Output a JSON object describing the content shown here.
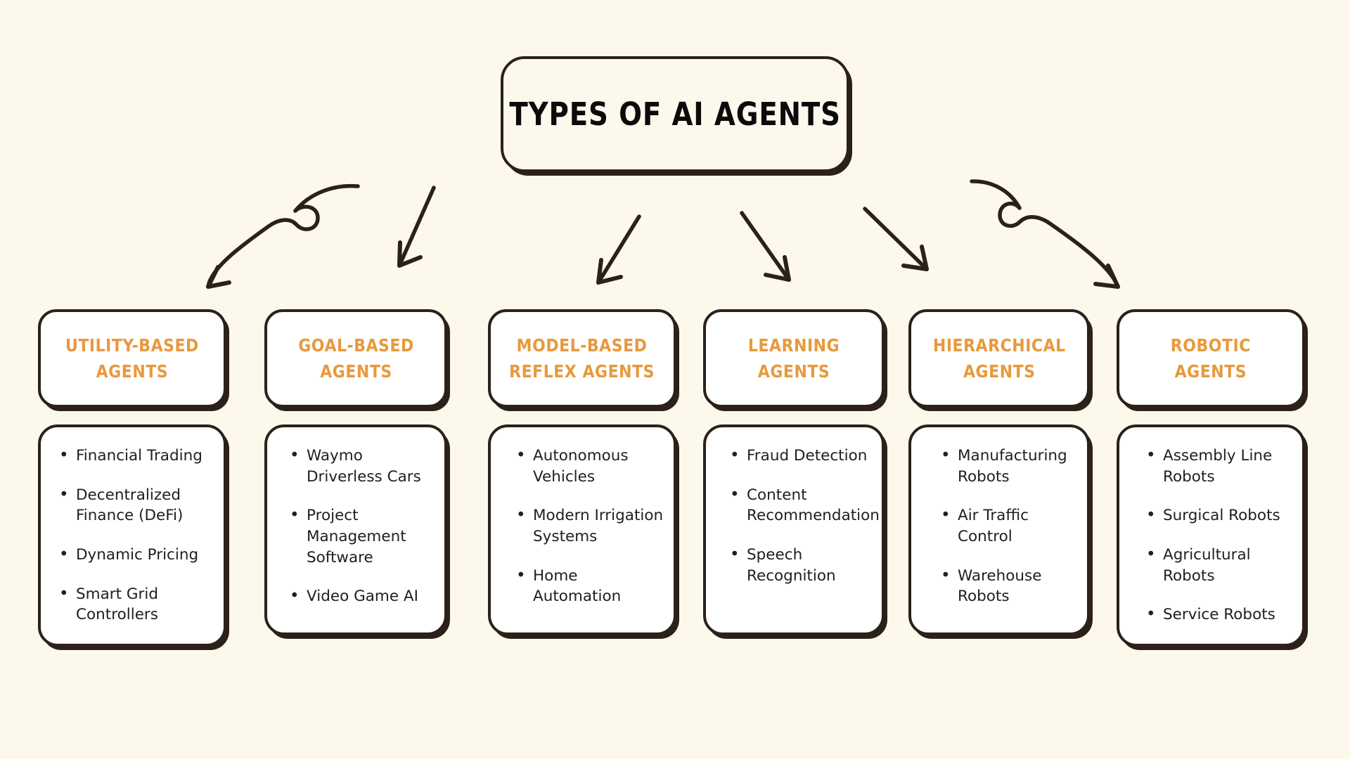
{
  "canvas": {
    "background_color": "#FDF8EC",
    "ink_color": "#2B2119",
    "accent_color": "#E8993C",
    "card_background": "#FFFFFF",
    "body_text_color": "#20201E"
  },
  "title": {
    "text": "TYPES OF AI AGENTS"
  },
  "arrows": [
    {
      "name": "arrow-curved-left",
      "style": "curved-with-loop",
      "target": "utility-based-agents"
    },
    {
      "name": "arrow-straight-1",
      "style": "straight",
      "target": "goal-based-agents"
    },
    {
      "name": "arrow-straight-2",
      "style": "straight",
      "target": "model-based-reflex-agents"
    },
    {
      "name": "arrow-straight-3",
      "style": "straight",
      "target": "learning-agents"
    },
    {
      "name": "arrow-straight-4",
      "style": "straight",
      "target": "hierarchical-agents"
    },
    {
      "name": "arrow-curved-right",
      "style": "curved-with-loop",
      "target": "robotic-agents"
    }
  ],
  "columns": [
    {
      "id": "utility-based-agents",
      "heading": "UTILITY-BASED\nAGENTS",
      "items": [
        "Financial Trading",
        "Decentralized Finance (DeFi)",
        "Dynamic Pricing",
        "Smart Grid Controllers"
      ]
    },
    {
      "id": "goal-based-agents",
      "heading": "GOAL-BASED\nAGENTS",
      "items": [
        "Waymo Driverless Cars",
        "Project Management Software",
        "Video Game AI"
      ]
    },
    {
      "id": "model-based-reflex-agents",
      "heading": "MODEL-BASED\nREFLEX AGENTS",
      "items": [
        "Autonomous Vehicles",
        "Modern Irrigation Systems",
        "Home Automation"
      ]
    },
    {
      "id": "learning-agents",
      "heading": "LEARNING\nAGENTS",
      "items": [
        "Fraud Detection",
        "Content Recommendation",
        "Speech Recognition"
      ]
    },
    {
      "id": "hierarchical-agents",
      "heading": "HIERARCHICAL\nAGENTS",
      "items": [
        "Manufacturing Robots",
        "Air Traffic Control",
        "Warehouse Robots"
      ]
    },
    {
      "id": "robotic-agents",
      "heading": "ROBOTIC\nAGENTS",
      "items": [
        "Assembly Line Robots",
        "Surgical Robots",
        "Agricultural Robots",
        "Service Robots"
      ]
    }
  ]
}
